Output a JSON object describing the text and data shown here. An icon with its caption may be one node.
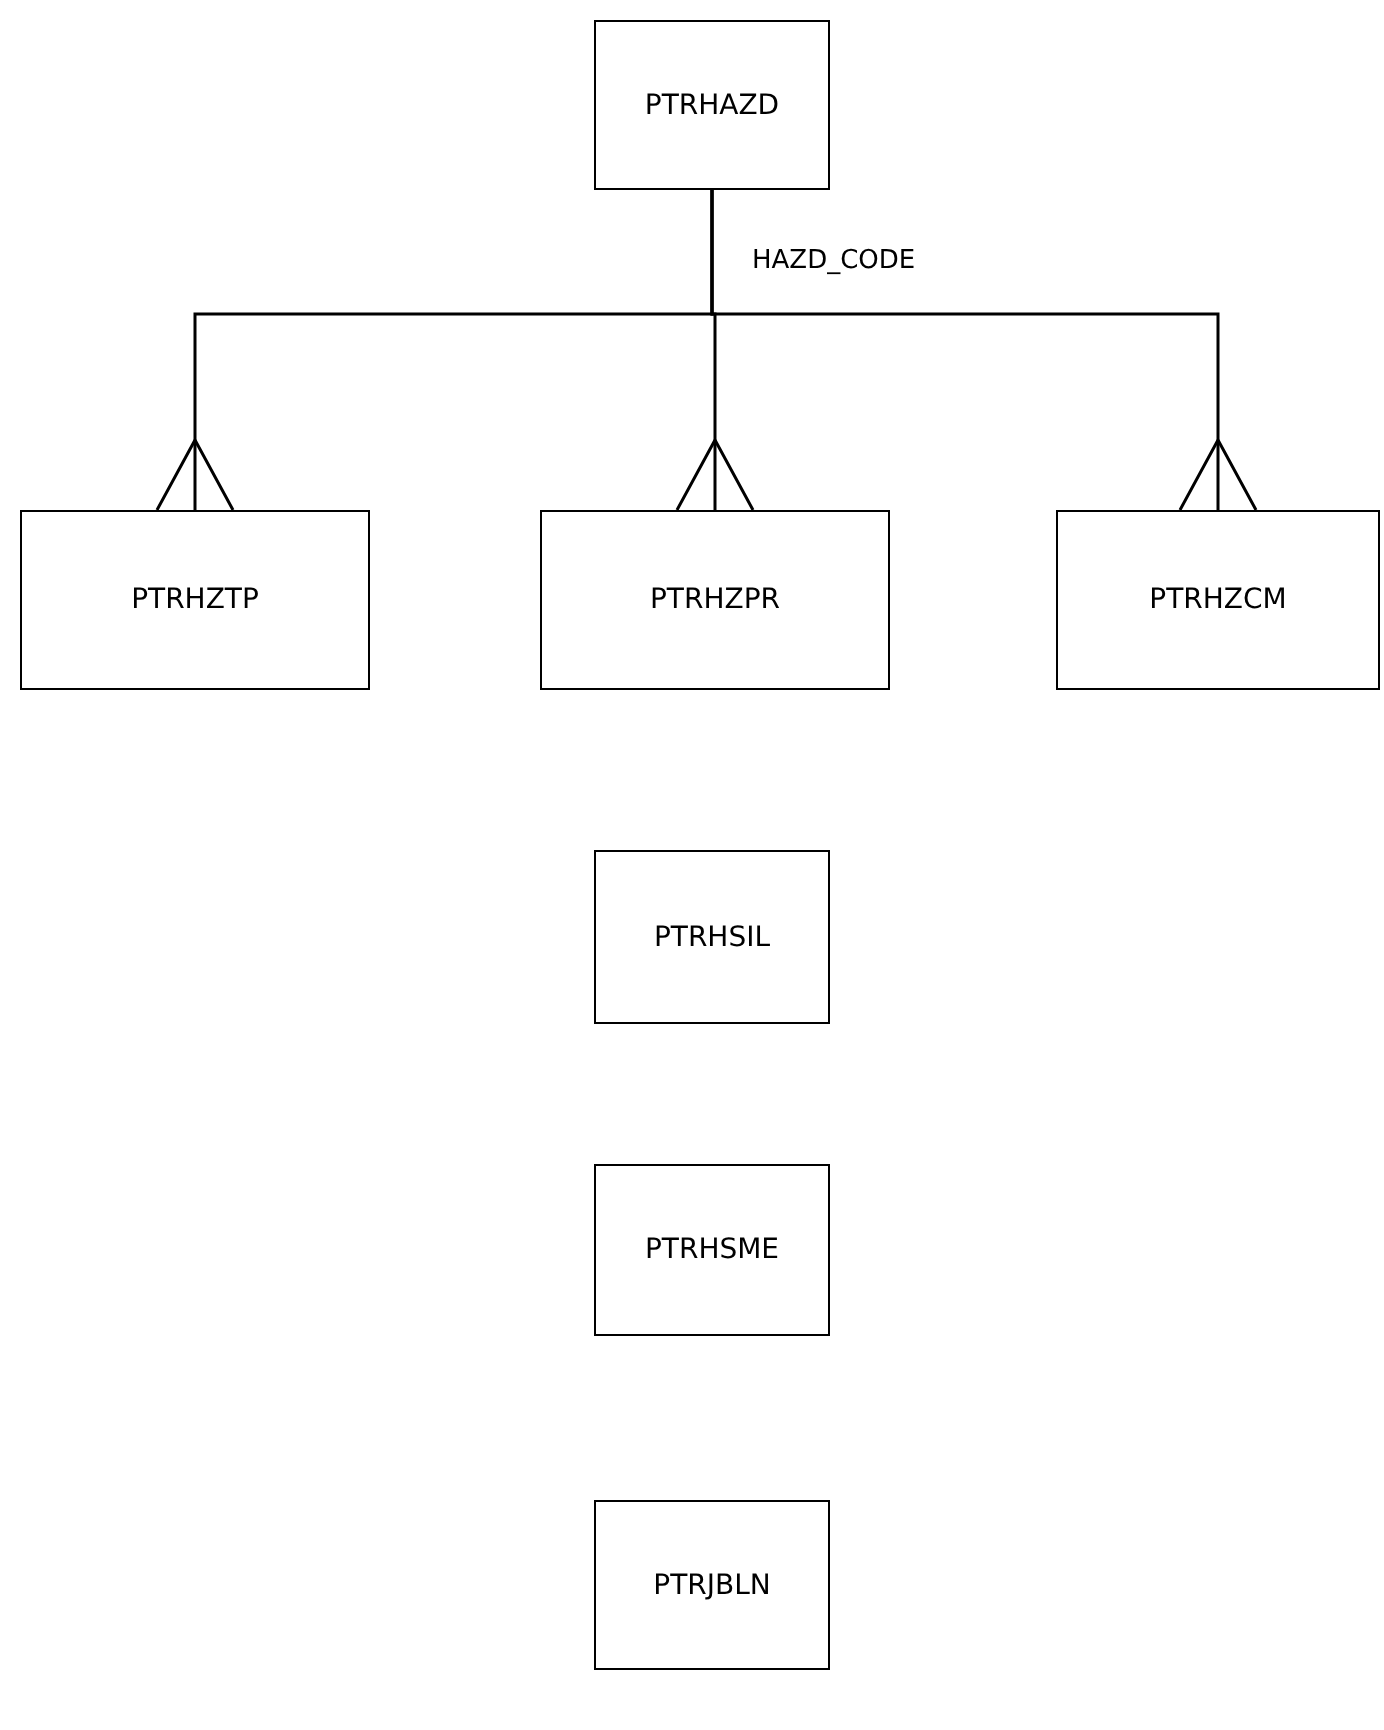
{
  "diagram": {
    "nodes": [
      {
        "text": [
          "PTRHAZD"
        ]
      },
      {
        "text": [
          "PTRHZTP"
        ]
      },
      {
        "text": [
          "PTRHZPR"
        ]
      },
      {
        "text": [
          "PTRHZCM"
        ]
      },
      {
        "text": [
          "PTRHSIL"
        ]
      },
      {
        "text": [
          "PTRHSME"
        ]
      },
      {
        "text": [
          "PTRJBLN"
        ]
      }
    ],
    "edges": [
      {
        "from": 0,
        "to": 1,
        "arrow": "other"
      },
      {
        "from": 0,
        "to": 2,
        "arrow": "other",
        "label": "HAZD_CODE"
      },
      {
        "from": 0,
        "to": 3,
        "arrow": "other"
      }
    ]
  }
}
